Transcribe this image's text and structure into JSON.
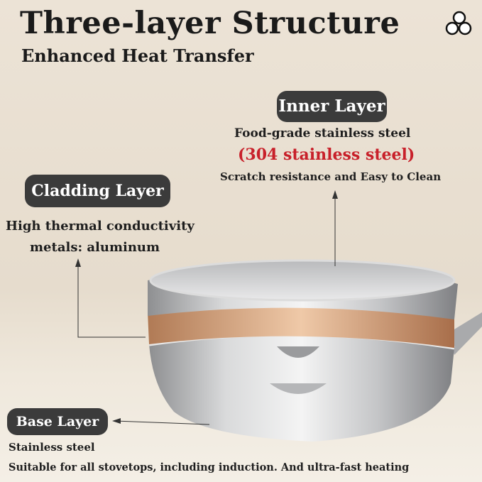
{
  "header": {
    "title": "Three-layer Structure",
    "subtitle": "Enhanced Heat Transfer",
    "logo_icon": "rolls-icon"
  },
  "inner": {
    "label": "Inner Layer",
    "line1": "Food-grade stainless steel",
    "line2": "(304 stainless steel)",
    "line3": "Scratch resistance and Easy to Clean",
    "accent": "#c8202a"
  },
  "cladding": {
    "label": "Cladding Layer",
    "line1": "High thermal conductivity",
    "line2": "metals: aluminum"
  },
  "base": {
    "label": "Base Layer",
    "line1": "Stainless steel",
    "line2": "Suitable for all stovetops, including induction. And ultra-fast heating"
  }
}
